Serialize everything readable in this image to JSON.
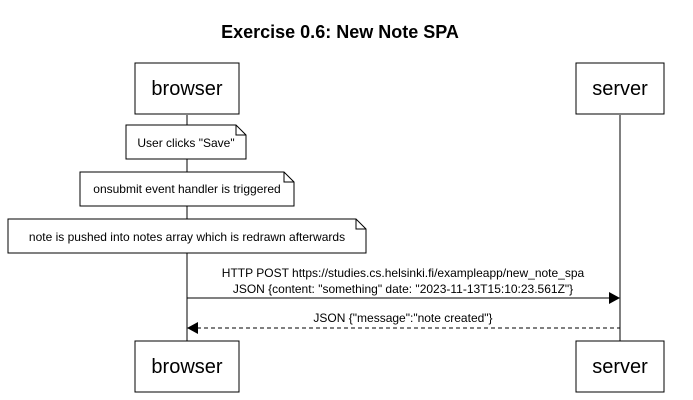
{
  "title": "Exercise 0.6: New Note SPA",
  "participants": {
    "browser": "browser",
    "server": "server"
  },
  "notes": [
    "User clicks \"Save\"",
    "onsubmit event handler is triggered",
    "note is pushed into notes array which is redrawn afterwards"
  ],
  "messages": [
    {
      "from": "browser",
      "to": "server",
      "style": "solid",
      "lines": [
        "HTTP POST https://studies.cs.helsinki.fi/exampleapp/new_note_spa",
        "JSON {content: \"something\" date: \"2023-11-13T15:10:23.561Z\"}"
      ]
    },
    {
      "from": "server",
      "to": "browser",
      "style": "dashed",
      "lines": [
        "JSON {\"message\":\"note created\"}"
      ]
    }
  ]
}
